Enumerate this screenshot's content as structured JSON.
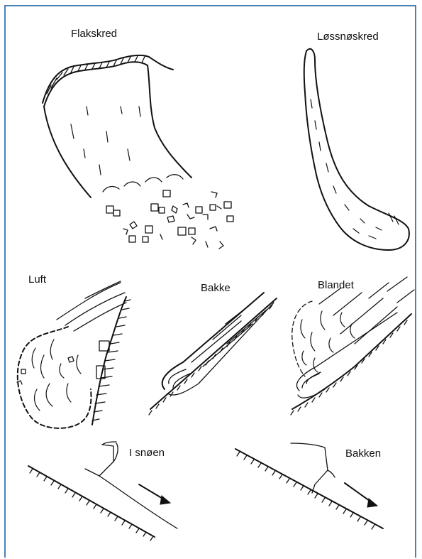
{
  "figure": {
    "frame_color": "#4a7fb5",
    "labels": {
      "flakskred": "Flakskred",
      "lossnoskred": "Løssnøskred",
      "luft": "Luft",
      "bakke": "Bakke",
      "blandet": "Blandet",
      "i_snoen": "I snøen",
      "bakken": "Bakken"
    }
  }
}
